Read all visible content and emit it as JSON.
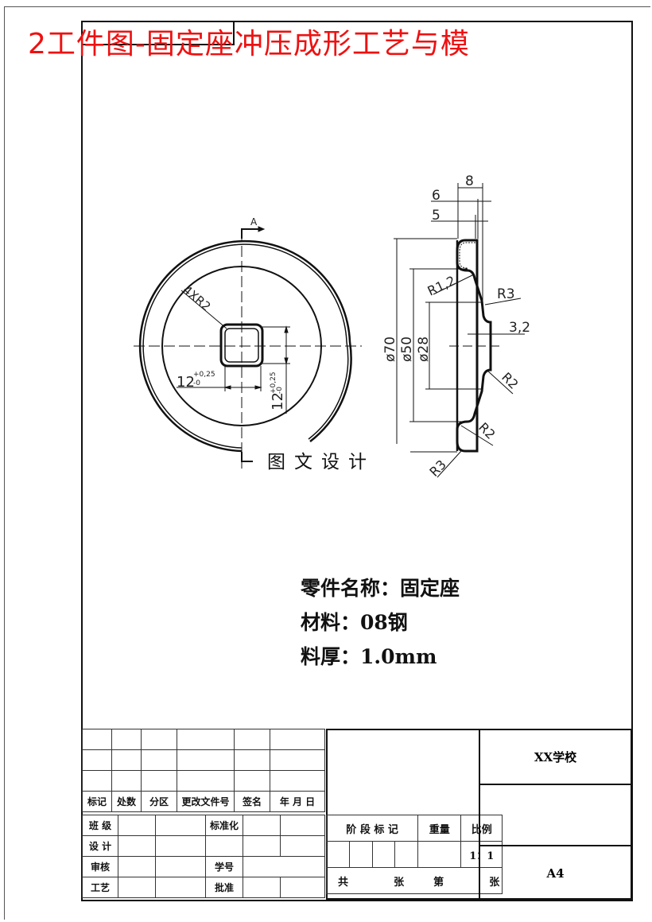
{
  "header": {
    "title": "2工件图-固定座冲压成形工艺与模"
  },
  "drawing": {
    "front_view": {
      "section_label": "A",
      "fillet_note": "4XR2",
      "width_dim": "12",
      "width_tol_upper": "+0,25",
      "width_tol_lower": "-0",
      "height_dim": "12",
      "height_tol_upper": "+0,25",
      "height_tol_lower": "-0"
    },
    "section_view": {
      "dims_top": [
        "8",
        "6",
        "5"
      ],
      "dia_outer": "ø70",
      "dia_mid": "ø50",
      "dia_inner": "ø28",
      "depth": "3,2",
      "radii": [
        "R1,2",
        "R3",
        "R2",
        "R2",
        "R3"
      ]
    },
    "stamp": "图文设计"
  },
  "notes": {
    "part_name": "零件名称：固定座",
    "material": "材料：08钢",
    "thickness": "料厚：1.0mm"
  },
  "title_block": {
    "revision_header": [
      "标记",
      "处数",
      "分区",
      "更改文件号",
      "签名",
      "年 月 日"
    ],
    "approvals": [
      {
        "label": "班 级",
        "mid_label": "标准化"
      },
      {
        "label": "设 计",
        "mid_label": ""
      },
      {
        "label": "审核",
        "mid_label": "学号"
      },
      {
        "label": "工艺",
        "mid_label": "批准"
      }
    ],
    "stage_header": [
      "阶 段 标 记",
      "重量",
      "比例"
    ],
    "scale": "1：1",
    "sheet_count": [
      "共",
      "张",
      "第",
      "张"
    ],
    "school": "XX学校",
    "paper_size": "A4"
  }
}
